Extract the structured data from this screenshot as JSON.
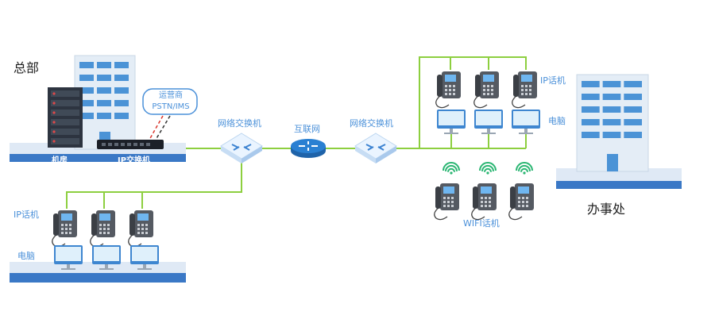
{
  "headquarters": {
    "title": "总部",
    "room_label": "机房",
    "ip_switch_label": "IP交换机",
    "carrier_label_line1": "运营商",
    "carrier_label_line2": "PSTN/IMS",
    "ip_phone_label": "IP话机",
    "pc_label": "电脑"
  },
  "network": {
    "switch_left_label": "网络交换机",
    "internet_label": "互联网",
    "switch_right_label": "网络交换机"
  },
  "office": {
    "title": "办事处",
    "ip_phone_label": "IP话机",
    "pc_label": "电脑",
    "wifi_phone_label": "WIFI话机"
  },
  "colors": {
    "link_line": "#8dcf3f",
    "label_blue": "#4a90d9",
    "platform_top": "#dfe9f5",
    "platform_side": "#3a78c6",
    "building_light": "#e4edf6",
    "building_window": "#4b93d6",
    "server_dark": "#2d3440",
    "router_blue": "#2a80d2",
    "wifi_green": "#2bb673",
    "carrier_border": "#4a90d9",
    "carrier_line": "#d9342b"
  }
}
